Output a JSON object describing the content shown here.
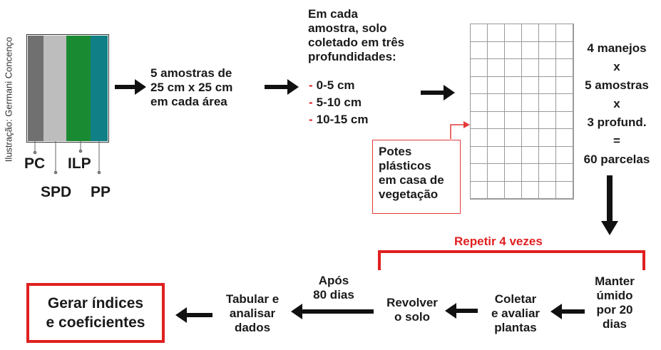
{
  "credit": "Ilustração: Germani Concenço",
  "field_strips": {
    "colors": [
      "#707070",
      "#bdbdbd",
      "#1a8a32",
      "#117f86"
    ],
    "labels": [
      "PC",
      "SPD",
      "ILP",
      "PP"
    ]
  },
  "step_samples": [
    "5 amostras de",
    "25 cm x 25 cm",
    "em cada área"
  ],
  "step_depths": {
    "intro": [
      "Em cada",
      "amostra, solo",
      "coletado em três",
      "profundidades:"
    ],
    "depths": [
      "0-5 cm",
      "5-10 cm",
      "10-15 cm"
    ],
    "dash": "-"
  },
  "pots_box": [
    "Potes",
    "plásticos",
    "em casa de",
    "vegetação"
  ],
  "plots_calc": [
    "4 manejos",
    "x",
    "5 amostras",
    "x",
    "3 profund.",
    "=",
    "60 parcelas"
  ],
  "repeat_label": "Repetir 4 vezes",
  "step_keep": [
    "Manter",
    "úmido",
    "por 20",
    "dias"
  ],
  "step_collect": [
    "Coletar",
    "e avaliar",
    "plantas"
  ],
  "step_turn": [
    "Revolver",
    "o solo"
  ],
  "after_days": [
    "Após",
    "80 dias"
  ],
  "step_tabulate": [
    "Tabular e",
    "analisar",
    "dados"
  ],
  "final_box": [
    "Gerar índices",
    "e coeficientes"
  ]
}
